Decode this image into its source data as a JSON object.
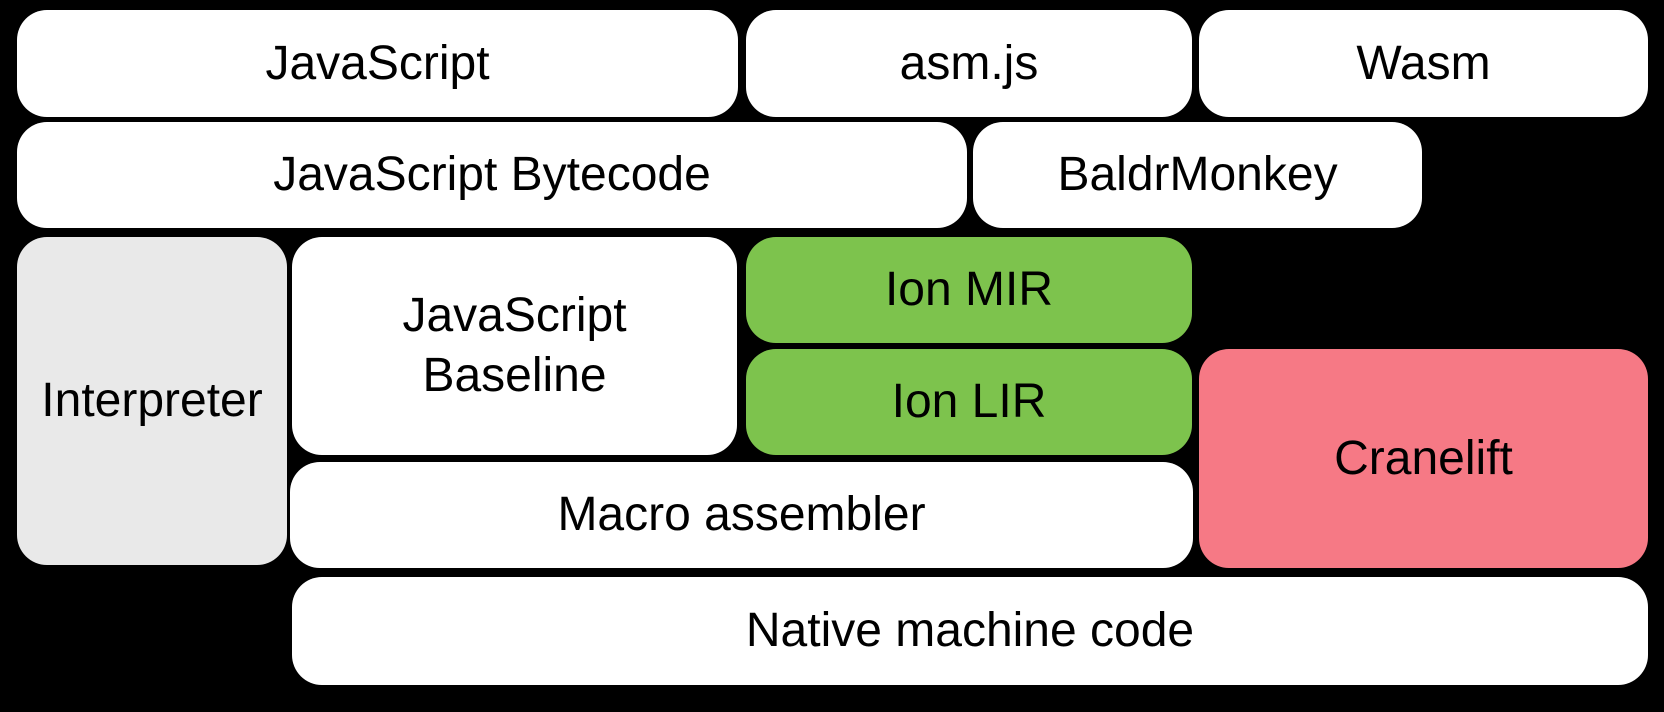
{
  "colors": {
    "background": "#000000",
    "box_white": "#FFFFFF",
    "box_gray": "#E9E9E9",
    "box_green": "#7DC34D",
    "box_pink": "#F67985",
    "text": "#000000"
  },
  "boxes": {
    "javascript": {
      "label": "JavaScript"
    },
    "asmjs": {
      "label": "asm.js"
    },
    "wasm": {
      "label": "Wasm"
    },
    "bytecode": {
      "label": "JavaScript Bytecode"
    },
    "baldrmonkey": {
      "label": "BaldrMonkey"
    },
    "interpreter": {
      "label": "Interpreter"
    },
    "baseline": {
      "label": "JavaScript Baseline"
    },
    "ion_mir": {
      "label": "Ion MIR"
    },
    "ion_lir": {
      "label": "Ion LIR"
    },
    "cranelift": {
      "label": "Cranelift"
    },
    "macro_assembler": {
      "label": "Macro assembler"
    },
    "native": {
      "label": "Native machine code"
    }
  }
}
